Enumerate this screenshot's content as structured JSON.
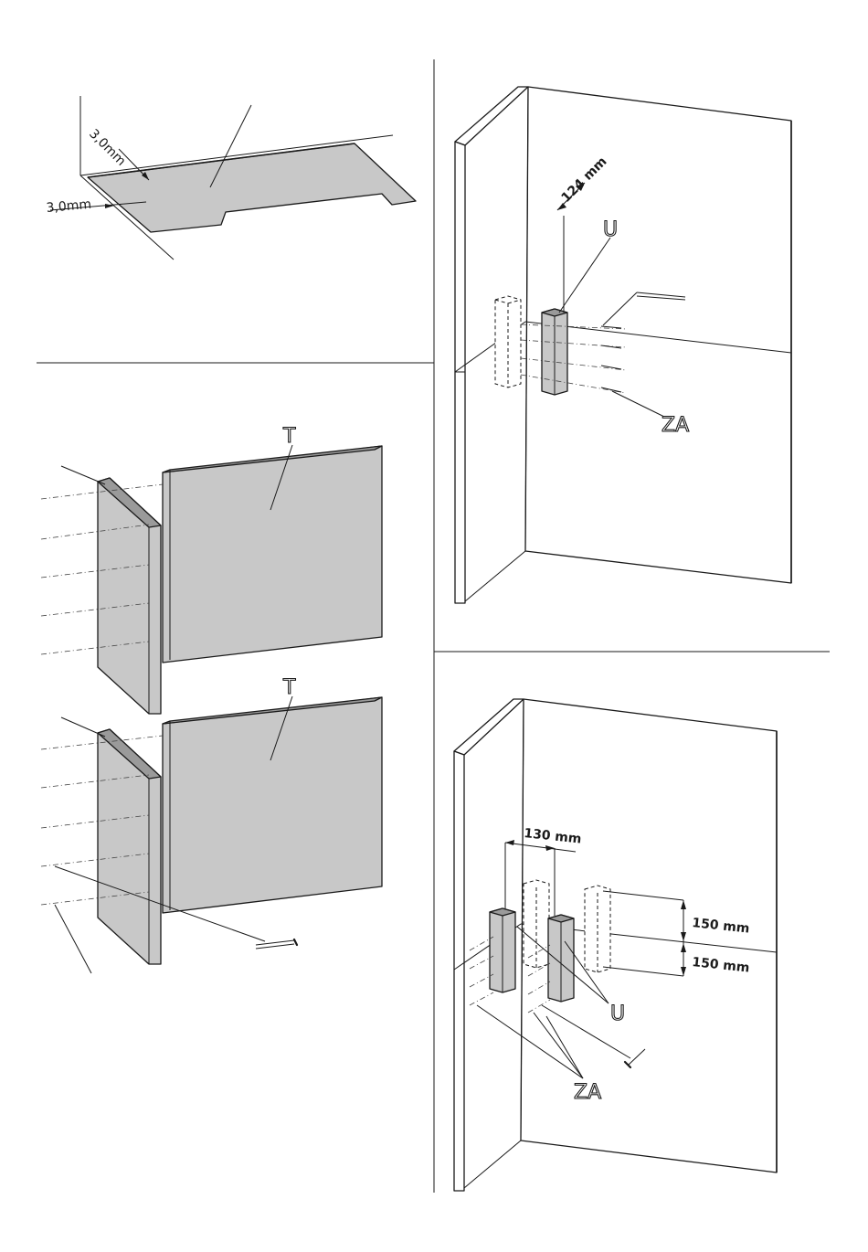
{
  "diagram": {
    "step1": {
      "margin_top": "3,0mm",
      "margin_side": "3,0mm"
    },
    "step2": {
      "measure": "124 mm",
      "part_bracket": "U",
      "part_screws": "ZA"
    },
    "step3": {
      "panel_top": "T",
      "panel_bottom": "T"
    },
    "step4": {
      "measure_horizontal": "130 mm",
      "measure_upper": "150 mm",
      "measure_lower": "150 mm",
      "part_bracket": "U",
      "part_screws": "ZA"
    }
  }
}
